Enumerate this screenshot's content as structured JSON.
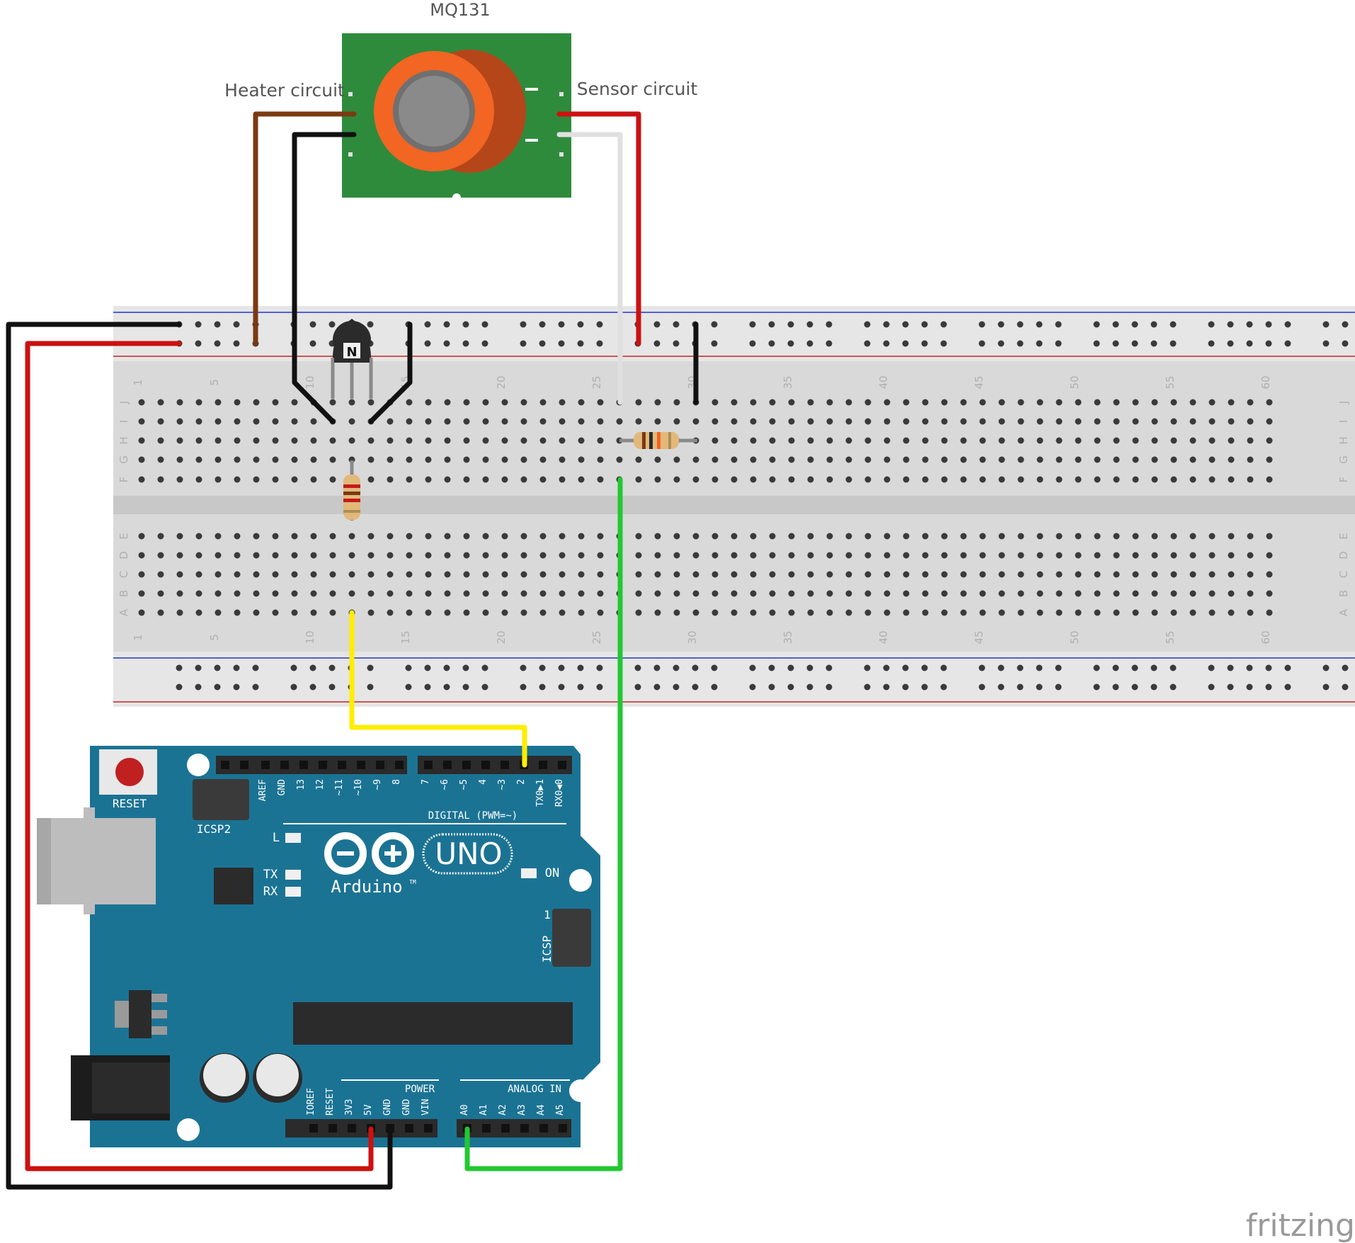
{
  "labels": {
    "sensor_name": "MQ131",
    "heater_circuit": "Heater circuit",
    "sensor_circuit": "Sensor circuit",
    "transistor_mark": "N",
    "brand": "fritzing"
  },
  "breadboard": {
    "columns": 60,
    "column_numbers": [
      "1",
      "5",
      "10",
      "15",
      "20",
      "25",
      "30",
      "35",
      "40",
      "45",
      "50",
      "55",
      "60"
    ],
    "upper_rows": [
      "J",
      "I",
      "H",
      "G",
      "F"
    ],
    "lower_rows": [
      "E",
      "D",
      "C",
      "B",
      "A"
    ]
  },
  "arduino": {
    "model": "UNO",
    "brand": "Arduino",
    "trademark": "TM",
    "reset_label": "RESET",
    "icsp2_label": "ICSP2",
    "icsp_label": "ICSP",
    "icsp_pin1": "1",
    "led_l": "L",
    "led_tx": "TX",
    "led_rx": "RX",
    "led_on": "ON",
    "digital_label": "DIGITAL (PWM=~)",
    "power_label": "POWER",
    "analog_label": "ANALOG IN",
    "digital_pins": [
      "AREF",
      "GND",
      "13",
      "12",
      "~11",
      "~10",
      "~9",
      "8",
      "7",
      "~6",
      "~5",
      "4",
      "~3",
      "2",
      "TX0▶1",
      "RX0◀0"
    ],
    "power_pins": [
      "IOREF",
      "RESET",
      "3V3",
      "5V",
      "GND",
      "GND",
      "VIN"
    ],
    "analog_pins": [
      "A0",
      "A1",
      "A2",
      "A3",
      "A4",
      "A5"
    ]
  },
  "colors": {
    "board_blue": "#1b7394",
    "breadboard": "#d9d9d9",
    "sensor_pcb": "#2e8b3c",
    "sensor_orange": "#f26522",
    "wire_red": "#cc1111",
    "wire_black": "#111111",
    "wire_brown": "#7a3a12",
    "wire_white": "#e0e0e0",
    "wire_yellow": "#ffee00",
    "wire_green": "#22c832"
  }
}
